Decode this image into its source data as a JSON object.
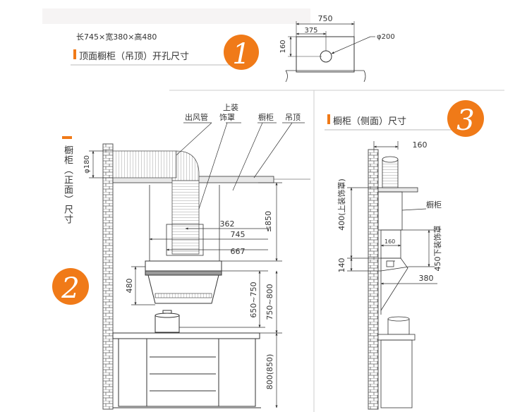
{
  "section1": {
    "spec": "长745×宽380×高480",
    "title": "顶面橱柜（吊顶）开孔尺寸",
    "number": "1",
    "dims": {
      "width": "750",
      "hole_offset": "375",
      "height": "160",
      "diameter": "φ200"
    }
  },
  "section2": {
    "title_vertical": "橱柜（正面）尺寸",
    "number": "2",
    "labels": {
      "duct": "出风管",
      "cover_top": "上装",
      "cover_bottom": "饰罩",
      "cabinet": "橱柜",
      "ceiling": "吊顶"
    },
    "dims": {
      "duct_dia": "φ180",
      "d362": "362",
      "d745": "745",
      "d667": "667",
      "le850": "≤850",
      "h480": "480",
      "h650_750": "650~750",
      "h750_800": "750~800",
      "h800_850": "800(850)"
    }
  },
  "section3": {
    "title": "橱柜（侧面）尺寸",
    "number": "3",
    "labels": {
      "cabinet": "橱柜",
      "upper": "400(上装饰罩)",
      "lower": "450下装饰罩"
    },
    "dims": {
      "d160_top": "160",
      "d160_small": "160",
      "d140": "140",
      "d380": "380"
    }
  },
  "colors": {
    "accent": "#f07a18",
    "line": "#333333",
    "brick": "#555555"
  }
}
